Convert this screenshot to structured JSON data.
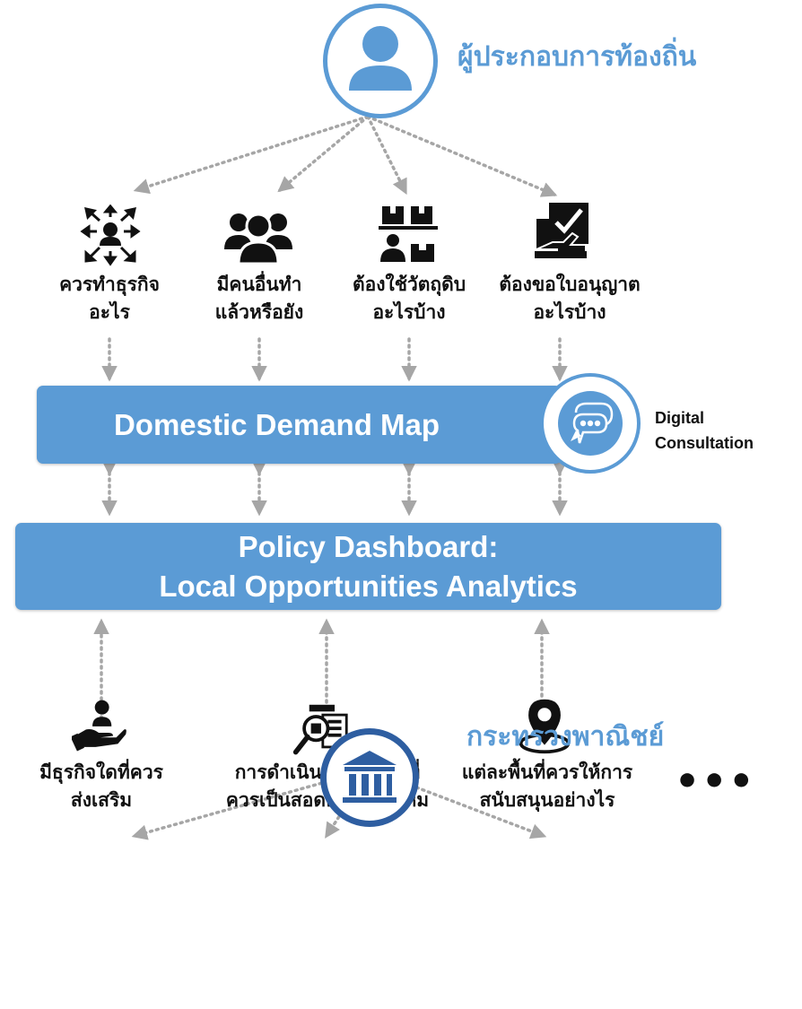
{
  "top_actor": {
    "name": "ผู้ประกอบการท้องถิ่น",
    "icon": "person-icon"
  },
  "questions": [
    {
      "line1": "ควรทำธุรกิจ",
      "line2": "อะไร",
      "icon": "network-person-icon"
    },
    {
      "line1": "มีคนอื่นทำ",
      "line2": "แล้วหรือยัง",
      "icon": "group-people-icon"
    },
    {
      "line1": "ต้องใช้วัตถุดิบ",
      "line2": "อะไรบ้าง",
      "icon": "supplier-boxes-icon"
    },
    {
      "line1": "ต้องขอใบอนุญาต",
      "line2": "อะไรบ้าง",
      "icon": "license-checklist-icon"
    }
  ],
  "demand_map": {
    "label": "Domestic Demand Map",
    "badge_icon": "chat-bubble-icon",
    "badge_line1": "Digital",
    "badge_line2": "Consultation"
  },
  "policy_dashboard": {
    "line1": "Policy Dashboard:",
    "line2": "Local Opportunities Analytics"
  },
  "policy_questions": [
    {
      "line1": "มีธุรกิจใดที่ควร",
      "line2": "ส่งเสริม",
      "icon": "hand-support-person-icon"
    },
    {
      "line1": "การดำเนินการจริงกับที่",
      "line2": "ควรเป็นสอดคล้องกันไหม",
      "icon": "document-magnifier-icon"
    },
    {
      "line1": "แต่ละพื้นที่ควรให้การ",
      "line2": "สนับสนุนอย่างไร",
      "icon": "location-pin-icon"
    }
  ],
  "more_indicator": "•••",
  "bottom_actor": {
    "name": "กระทรวงพาณิชย์",
    "icon": "government-building-icon"
  },
  "colors": {
    "accent": "#5b9bd5",
    "connector": "#a6a6a6",
    "text": "#111111",
    "white": "#ffffff"
  }
}
